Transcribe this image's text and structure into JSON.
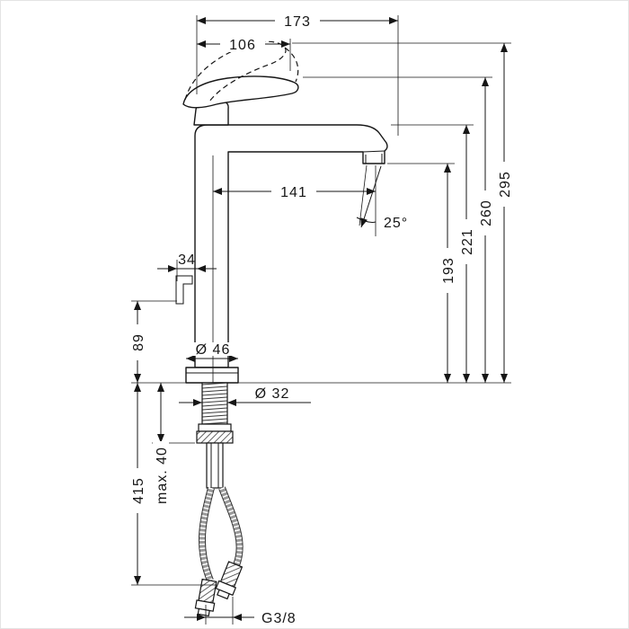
{
  "drawing": {
    "name": "faucet-installation-dimension-drawing",
    "dims": {
      "total_projection": "173",
      "handle_projection": "106",
      "spout_reach": "141",
      "spout_angle": "25°",
      "handle_rear_offset": "34",
      "body_rear_height": "89",
      "base_diameter": "Ø 46",
      "shank_diameter": "Ø 32",
      "max_mount_thickness": "max. 40",
      "hose_length": "415",
      "aerator_height": "193",
      "spout_top_height": "221",
      "body_top_height": "260",
      "max_handle_height": "295",
      "connection_thread": "G3/8"
    }
  }
}
